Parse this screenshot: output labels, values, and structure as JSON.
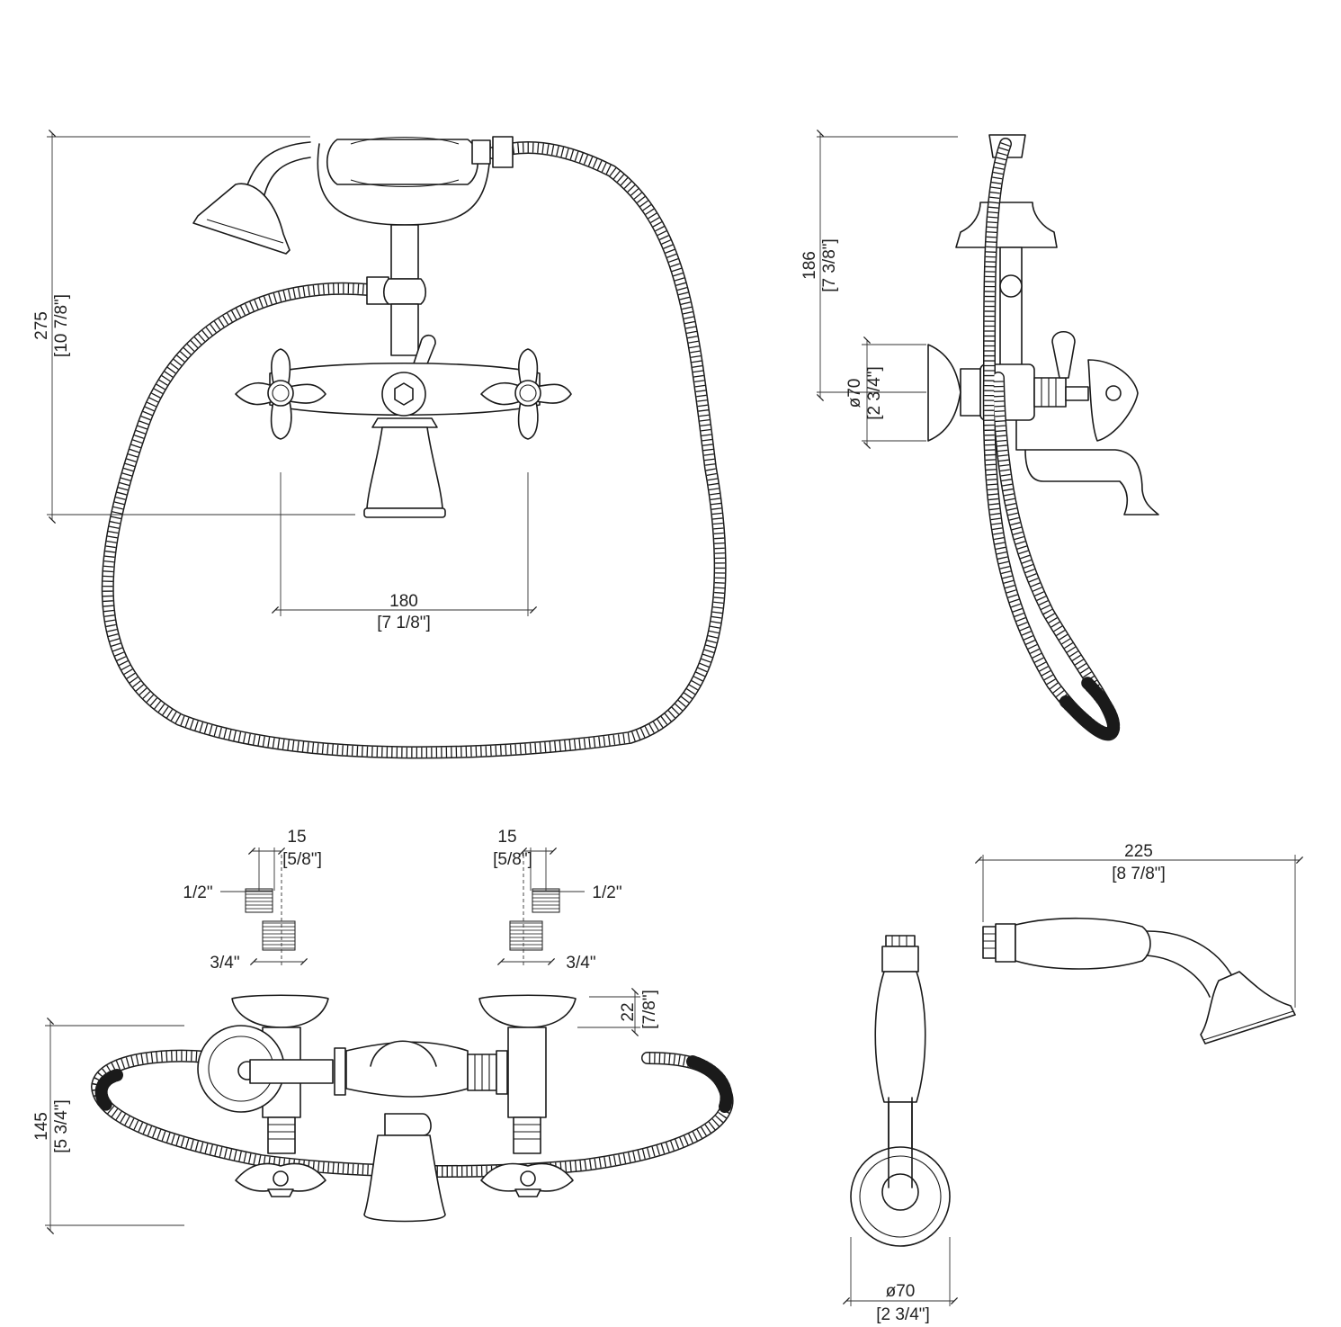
{
  "front_view": {
    "height_mm": "275",
    "height_in": "[10 7/8\"]",
    "spacing_mm": "180",
    "spacing_in": "[7 1/8\"]"
  },
  "side_view": {
    "height_mm": "186",
    "height_in": "[7 3/8\"]",
    "diameter_mm": "ø70",
    "diameter_in": "[2 3/4\"]"
  },
  "bottom_view": {
    "left_pipe_mm": "15",
    "left_pipe_in": "[5/8\"]",
    "right_pipe_mm": "15",
    "right_pipe_in": "[5/8\"]",
    "thread_half_left": "1/2\"",
    "thread_half_right": "1/2\"",
    "thread_threequarter_left": "3/4\"",
    "thread_threequarter_right": "3/4\"",
    "handle_mm": "22",
    "handle_in": "[7/8\"]",
    "height_mm": "145",
    "height_in": "[5 3/4\"]"
  },
  "handshower_top": {
    "diameter_mm": "ø70",
    "diameter_in": "[2 3/4\"]"
  },
  "handshower_side": {
    "length_mm": "225",
    "length_in": "[8 7/8\"]"
  }
}
